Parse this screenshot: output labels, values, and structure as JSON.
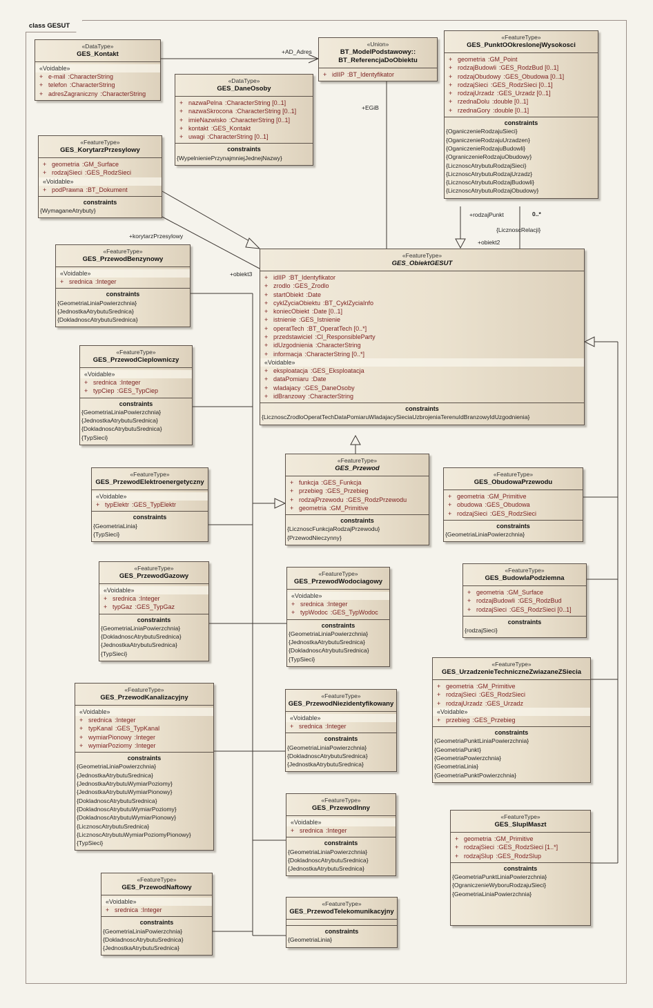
{
  "frame": {
    "label": "class GESUT"
  },
  "classes": {
    "kontakt": {
      "stereotype": "«DataType»",
      "name": "GES_Kontakt",
      "groups": [
        {
          "voidable": "«Voidable»",
          "attrs": [
            {
              "name": "e-mail",
              "type": ":CharacterString"
            },
            {
              "name": "telefon",
              "type": ":CharacterString"
            },
            {
              "name": "adresZagraniczny",
              "type": ":CharacterString"
            }
          ]
        }
      ],
      "constraints": []
    },
    "referencja": {
      "stereotype": "«Union»",
      "name": "BT_ModelPodstawowy::",
      "name2": "BT_ReferencjaDoObiektu",
      "groups": [
        {
          "attrs": [
            {
              "name": "idIIP",
              "type": ":BT_Identyfikator"
            }
          ]
        }
      ],
      "constraints": []
    },
    "punkt": {
      "stereotype": "«FeatureType»",
      "name": "GES_PunktOOkreslonejWysokosci",
      "groups": [
        {
          "attrs": [
            {
              "name": "geometria",
              "type": ":GM_Point"
            },
            {
              "name": "rodzajBudowli",
              "type": ":GES_RodzBud [0..1]"
            },
            {
              "name": "rodzajObudowy",
              "type": ":GES_Obudowa [0..1]"
            },
            {
              "name": "rodzajSieci",
              "type": ":GES_RodzSieci [0..1]"
            },
            {
              "name": "rodzajUrzadz",
              "type": ":GES_Urzadz [0..1]"
            },
            {
              "name": "rzednaDolu",
              "type": ":double [0..1]"
            },
            {
              "name": "rzednaGory",
              "type": ":double [0..1]"
            }
          ]
        }
      ],
      "constraints_title": "constraints",
      "constraints": [
        "{OganiczenieRodzajuSieci}",
        "{OganiczenieRodzajuUrzadzen}",
        "{OganiczenieRodzajuBudowli}",
        "{OgraniczenieRodzajuObudowy}",
        "{LicznoscAtrybutuRodzajSieci}",
        "{LicznoscAtrybutuRodzajUrzadz}",
        "{LicznoscAtrybutuRodzajBudowli}",
        "{LicznoscAtrybutuRodzajObudowy}"
      ]
    },
    "daneOsoby": {
      "stereotype": "«DataType»",
      "name": "GES_DaneOsoby",
      "groups": [
        {
          "attrs": [
            {
              "name": "nazwaPelna",
              "type": ":CharacterString [0..1]"
            },
            {
              "name": "nazwaSkrocona",
              "type": ":CharacterString [0..1]"
            },
            {
              "name": "imieNazwisko",
              "type": ":CharacterString [0..1]"
            },
            {
              "name": "kontakt",
              "type": ":GES_Kontakt"
            },
            {
              "name": "uwagi",
              "type": ":CharacterString [0..1]"
            }
          ]
        }
      ],
      "constraints_title": "constraints",
      "constraints": [
        "{WypelnieniePrzynajmniejJednejNazwy}"
      ]
    },
    "korytarz": {
      "stereotype": "«FeatureType»",
      "name": "GES_KorytarzPrzesylowy",
      "groups": [
        {
          "attrs": [
            {
              "name": "geometria",
              "type": ":GM_Surface"
            },
            {
              "name": "rodzajSieci",
              "type": ":GES_RodzSieci"
            }
          ]
        },
        {
          "voidable": "«Voidable»",
          "attrs": [
            {
              "name": "podPrawna",
              "type": ":BT_Dokument"
            }
          ]
        }
      ],
      "constraints_title": "constraints",
      "constraints": [
        "{WymaganeAtrybuty}"
      ]
    },
    "benzynowy": {
      "stereotype": "«FeatureType»",
      "name": "GES_PrzewodBenzynowy",
      "groups": [
        {
          "voidable": "«Voidable»",
          "attrs": [
            {
              "name": "srednica",
              "type": ":Integer"
            }
          ]
        }
      ],
      "constraints_title": "constraints",
      "constraints": [
        "{GeometriaLiniaPowierzchnia}",
        "{JednostkaAtrybutuSrednica}",
        "{DokladnoscAtrybutuSrednica}"
      ]
    },
    "obiekt": {
      "stereotype": "«FeatureType»",
      "name": "GES_ObiektGESUT",
      "abstract": true,
      "groups": [
        {
          "attrs": [
            {
              "name": "idIIP",
              "type": ":BT_Identyfikator"
            },
            {
              "name": "zrodlo",
              "type": ":GES_Zrodlo"
            },
            {
              "name": "startObiekt",
              "type": ":Date"
            },
            {
              "name": "cyklZyciaObiektu",
              "type": ":BT_CyklZyciaInfo"
            },
            {
              "name": "koniecObiekt",
              "type": ":Date [0..1]"
            },
            {
              "name": "istnienie",
              "type": ":GES_Istnienie"
            },
            {
              "name": "operatTech",
              "type": ":BT_OperatTech [0..*]"
            },
            {
              "name": "przedstawiciel",
              "type": ":CI_ResponsibleParty"
            },
            {
              "name": "idUzgodnienia",
              "type": ":CharacterString"
            },
            {
              "name": "informacja",
              "type": ":CharacterString [0..*]"
            }
          ]
        },
        {
          "voidable": "«Voidable»",
          "attrs": [
            {
              "name": "eksploatacja",
              "type": ":GES_Eksploatacja"
            },
            {
              "name": "dataPomiaru",
              "type": ":Date"
            },
            {
              "name": "wladajacy",
              "type": ":GES_DaneOsoby"
            },
            {
              "name": "idBranzowy",
              "type": ":CharacterString"
            }
          ]
        }
      ],
      "constraints_title": "constraints",
      "constraints": [
        "{LicznoscZrodloOperatTechDataPomiaruWladajacySieciaUzbrojeniaTerenuIdBranzowyIdUzgodnienia}"
      ]
    },
    "cieplowniczy": {
      "stereotype": "«FeatureType»",
      "name": "GES_PrzewodCieplowniczy",
      "groups": [
        {
          "voidable": "«Voidable»",
          "attrs": [
            {
              "name": "srednica",
              "type": ":Integer"
            },
            {
              "name": "typCiep",
              "type": ":GES_TypCiep"
            }
          ]
        }
      ],
      "constraints_title": "constraints",
      "constraints": [
        "{GeometriaLiniaPowierzchnia}",
        "{JednostkaAtrybutuSrednica}",
        "{DokladnoscAtrybutuSrednica}",
        "{TypSieci}"
      ]
    },
    "elektro": {
      "stereotype": "«FeatureType»",
      "name": "GES_PrzewodElektroenergetyczny",
      "groups": [
        {
          "voidable": "«Voidable»",
          "attrs": [
            {
              "name": "typElektr",
              "type": ":GES_TypElektr"
            }
          ]
        }
      ],
      "constraints_title": "constraints",
      "constraints": [
        "{GeometriaLinia}",
        "{TypSieci}"
      ]
    },
    "przewod": {
      "stereotype": "«FeatureType»",
      "name": "GES_Przewod",
      "abstract": true,
      "groups": [
        {
          "attrs": [
            {
              "name": "funkcja",
              "type": ":GES_Funkcja"
            },
            {
              "name": "przebieg",
              "type": ":GES_Przebieg"
            },
            {
              "name": "rodzajPrzewodu",
              "type": ":GES_RodzPrzewodu"
            },
            {
              "name": "geometria",
              "type": ":GM_Primitive"
            }
          ]
        }
      ],
      "constraints_title": "constraints",
      "constraints": [
        "{LicznoscFunkcjaRodzajPrzewodu}",
        "{PrzewodNieczynny}"
      ]
    },
    "obudowa": {
      "stereotype": "«FeatureType»",
      "name": "GES_ObudowaPrzewodu",
      "groups": [
        {
          "attrs": [
            {
              "name": "geometria",
              "type": ":GM_Primitive"
            },
            {
              "name": "obudowa",
              "type": ":GES_Obudowa"
            },
            {
              "name": "rodzajSieci",
              "type": ":GES_RodzSieci"
            }
          ]
        }
      ],
      "constraints_title": "constraints",
      "constraints": [
        "{GeometriaLiniaPowierzchnia}"
      ]
    },
    "gazowy": {
      "stereotype": "«FeatureType»",
      "name": "GES_PrzewodGazowy",
      "groups": [
        {
          "voidable": "«Voidable»",
          "attrs": [
            {
              "name": "srednica",
              "type": ":Integer"
            },
            {
              "name": "typGaz",
              "type": ":GES_TypGaz"
            }
          ]
        }
      ],
      "constraints_title": "constraints",
      "constraints": [
        "{GeometriaLiniaPowierzchnia}",
        "{DokladnoscAtrybutuSrednica}",
        "{JednostkaAtrybutuSrednica}",
        "{TypSieci}"
      ]
    },
    "wodociagowy": {
      "stereotype": "«FeatureType»",
      "name": "GES_PrzewodWodociagowy",
      "groups": [
        {
          "voidable": "«Voidable»",
          "attrs": [
            {
              "name": "srednica",
              "type": ":Integer"
            },
            {
              "name": "typWodoc",
              "type": ":GES_TypWodoc"
            }
          ]
        }
      ],
      "constraints_title": "constraints",
      "constraints": [
        "{GeometriaLiniaPowierzchnia}",
        "{JednostkaAtrybutuSrednica}",
        "{DokladnoscAtrybutuSrednica}",
        "{TypSieci}"
      ]
    },
    "budowla": {
      "stereotype": "«FeatureType»",
      "name": "GES_BudowlaPodziemna",
      "groups": [
        {
          "attrs": [
            {
              "name": "geometria",
              "type": ":GM_Surface"
            },
            {
              "name": "rodzajBudowli",
              "type": ":GES_RodzBud"
            },
            {
              "name": "rodzajSieci",
              "type": ":GES_RodzSieci [0..1]"
            }
          ]
        }
      ],
      "constraints_title": "constraints",
      "constraints": [
        "{rodzajSieci}"
      ]
    },
    "urzadzenie": {
      "stereotype": "«FeatureType»",
      "name": "GES_UrzadzenieTechniczneZwiazaneZSiecia",
      "groups": [
        {
          "attrs": [
            {
              "name": "geometria",
              "type": ":GM_Primitive"
            },
            {
              "name": "rodzajSieci",
              "type": ":GES_RodzSieci"
            },
            {
              "name": "rodzajUrzadz",
              "type": ":GES_Urzadz"
            }
          ]
        },
        {
          "voidable": "«Voidable»",
          "attrs": [
            {
              "name": "przebieg",
              "type": ":GES_Przebieg"
            }
          ]
        }
      ],
      "constraints_title": "constraints",
      "constraints": [
        "{GeometriaPunktLiniaPowierzchnia}",
        "{GeometriaPunkt}",
        "{GeometriaPowierzchnia}",
        "{GeometriaLinia}",
        "{GeometriaPunktPowierzchnia}"
      ]
    },
    "kanalizacyjny": {
      "stereotype": "«FeatureType»",
      "name": "GES_PrzewodKanalizacyjny",
      "groups": [
        {
          "voidable": "«Voidable»",
          "attrs": [
            {
              "name": "srednica",
              "type": ":Integer"
            },
            {
              "name": "typKanal",
              "type": ":GES_TypKanal"
            },
            {
              "name": "wymiarPionowy",
              "type": ":Integer"
            },
            {
              "name": "wymiarPoziomy",
              "type": ":Integer"
            }
          ]
        }
      ],
      "constraints_title": "constraints",
      "constraints": [
        "{GeometriaLiniaPowierzchnia}",
        "{JednostkaAtrybutuSrednica}",
        "{JednostkaAtrybutuWymiarPoziomy}",
        "{JednostkaAtrybutuWymiarPionowy}",
        "{DokladnoscAtrybutuSrednica}",
        "{DokladnoscAtrybutuWymiarPoziomy}",
        "{DokladnoscAtrybutuWymiarPionowy}",
        "{LicznoscAtrybutuSrednica}",
        "{LicznoscAtrybutuWymiarPoziomyPionowy}",
        "{TypSieci}"
      ]
    },
    "niezidentyfikowany": {
      "stereotype": "«FeatureType»",
      "name": "GES_PrzewodNiezidentyfikowany",
      "groups": [
        {
          "voidable": "«Voidable»",
          "attrs": [
            {
              "name": "srednica",
              "type": ":Integer"
            }
          ]
        }
      ],
      "constraints_title": "constraints",
      "constraints": [
        "{GeometriaLiniaPowierzchnia}",
        "{DokladnoscAtrybutuSrednica}",
        "{JednostkaAtrybutuSrednica}"
      ]
    },
    "inny": {
      "stereotype": "«FeatureType»",
      "name": "GES_PrzewodInny",
      "groups": [
        {
          "voidable": "«Voidable»",
          "attrs": [
            {
              "name": "srednica",
              "type": ":Integer"
            }
          ]
        }
      ],
      "constraints_title": "constraints",
      "constraints": [
        "{GeometriaLiniaPowierzchnia}",
        "{DokladnoscAtrybutuSrednica}",
        "{JednostkaAtrybutuSrednica}"
      ]
    },
    "slup": {
      "stereotype": "«FeatureType»",
      "name": "GES_SlupIMaszt",
      "groups": [
        {
          "attrs": [
            {
              "name": "geometria",
              "type": ":GM_Primitive"
            },
            {
              "name": "rodzajSieci",
              "type": ":GES_RodzSieci [1..*]"
            },
            {
              "name": "rodzajSlup",
              "type": ":GES_RodzSlup"
            }
          ]
        }
      ],
      "constraints_title": "constraints",
      "constraints": [
        "{GeometriaPunktLiniaPowierzchnia}",
        "{OgraniczenieWyboruRodzajuSieci}",
        "{GeometriaLiniaPowierzchnia}"
      ]
    },
    "naftowy": {
      "stereotype": "«FeatureType»",
      "name": "GES_PrzewodNaftowy",
      "groups": [
        {
          "voidable": "«Voidable»",
          "attrs": [
            {
              "name": "srednica",
              "type": ":Integer"
            }
          ]
        }
      ],
      "constraints_title": "constraints",
      "constraints": [
        "{GeometriaLiniaPowierzchnia}",
        "{DokladnoscAtrybutuSrednica}",
        "{JednostkaAtrybutuSrednica}"
      ]
    },
    "telekom": {
      "stereotype": "«FeatureType»",
      "name": "GES_PrzewodTelekomunikacyjny",
      "groups": [],
      "constraints_title": "constraints",
      "constraints": [
        "{GeometriaLinia}"
      ]
    }
  },
  "labels": {
    "ad_adres": "+AD_Adres",
    "egib": "+EGiB",
    "rodzaj_punkt": "+rodzajPunkt",
    "multiplicity": "0..*",
    "licznosc_relacji": "{LicznoscRelacji}",
    "obiekt2": "+obiekt2",
    "obiekt3": "+obiekt3",
    "korytarz_przesylowy": "+korytarzPrzesylowy"
  }
}
